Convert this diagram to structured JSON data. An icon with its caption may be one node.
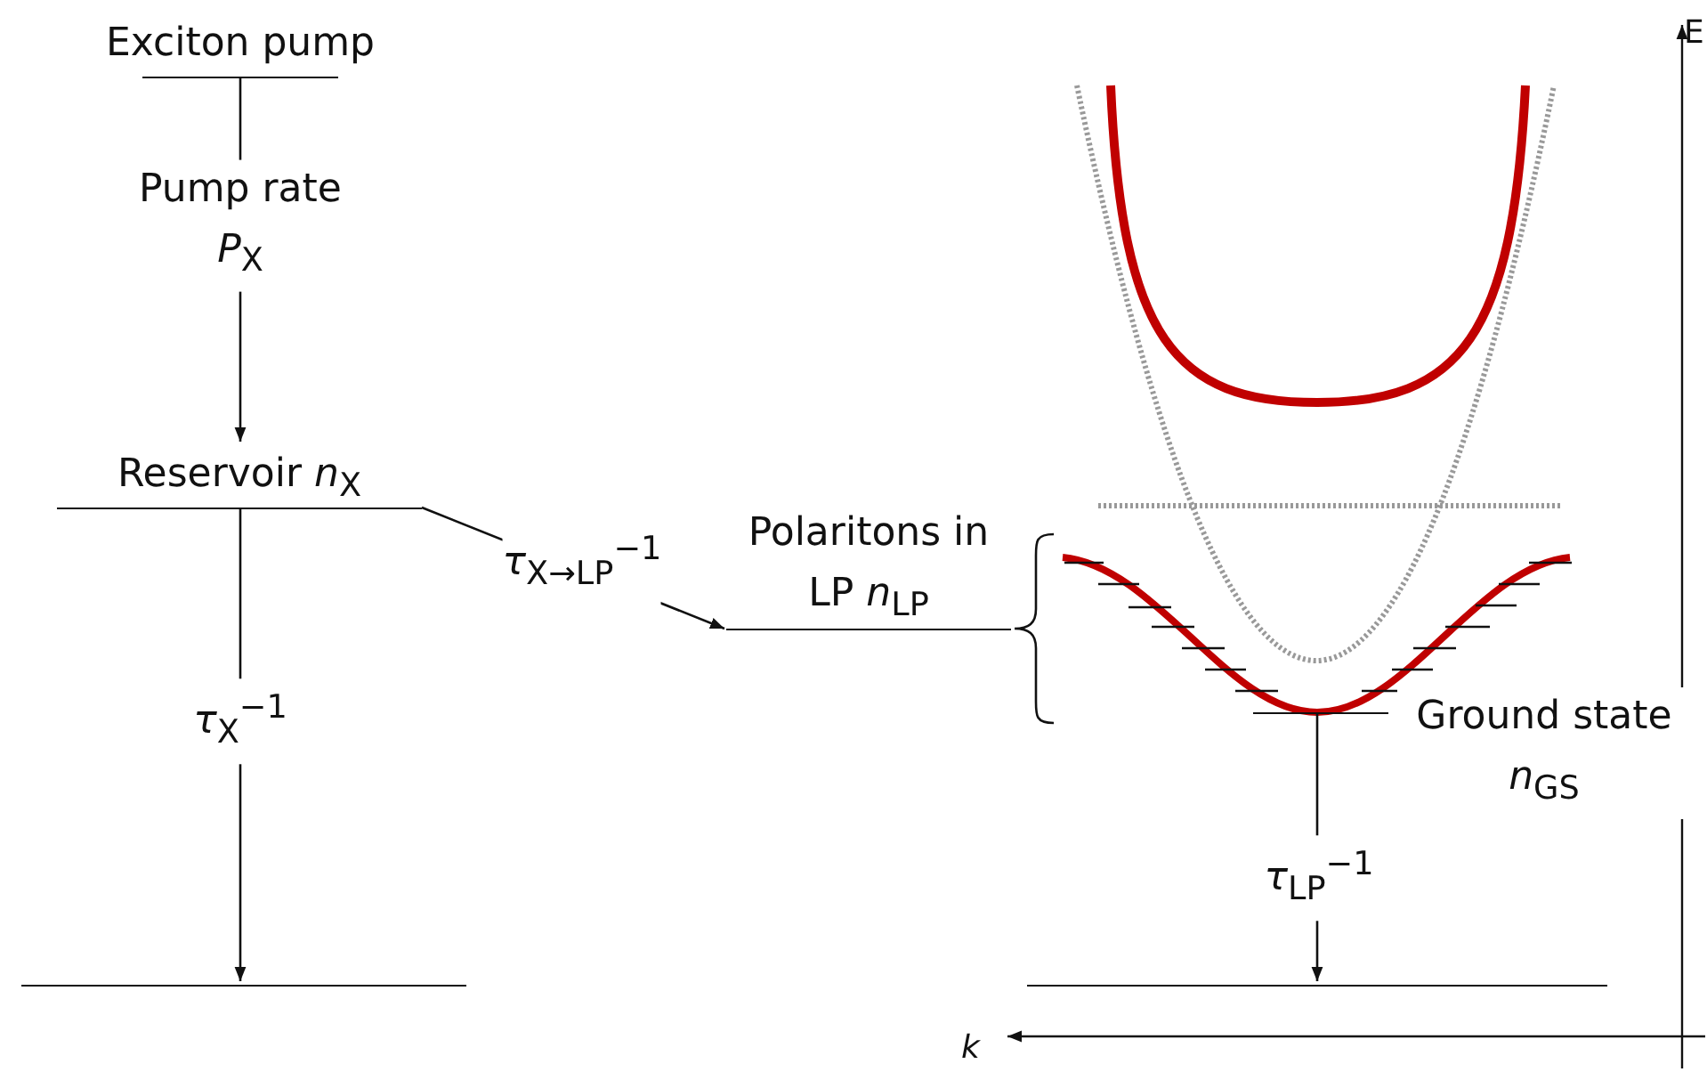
{
  "diagram": {
    "nodes": [
      {
        "text": [
          "Exciton pump"
        ]
      },
      {
        "text": [
          "Reservoir *n*$_{X}$"
        ]
      },
      {
        "text": [
          "Polaritons in LP *n*$_{LP}$"
        ]
      },
      {
        "text": [],
        "shape": "bar",
        "beside": [
          "Ground state *n*$_{GS}$"
        ]
      },
      {
        "text": [],
        "shape": "bar"
      },
      {
        "text": [],
        "shape": "bar"
      }
    ],
    "edges": [
      {
        "from": 0,
        "to": 1,
        "arrow": "to",
        "label": "Pump rate *P*$_{X}$"
      },
      {
        "from": 1,
        "to": 2,
        "arrow": "to",
        "label": "*τ*$_{X→LP}$$^{−1}$"
      },
      {
        "from": 1,
        "to": 4,
        "arrow": "to",
        "label": "*τ*$_{X}$$^{−1}$"
      },
      {
        "from": 3,
        "to": 5,
        "arrow": "to",
        "label": "*τ*$_{LP}$$^{−1}$"
      }
    ],
    "labels": [
      "E",
      "k"
    ]
  }
}
